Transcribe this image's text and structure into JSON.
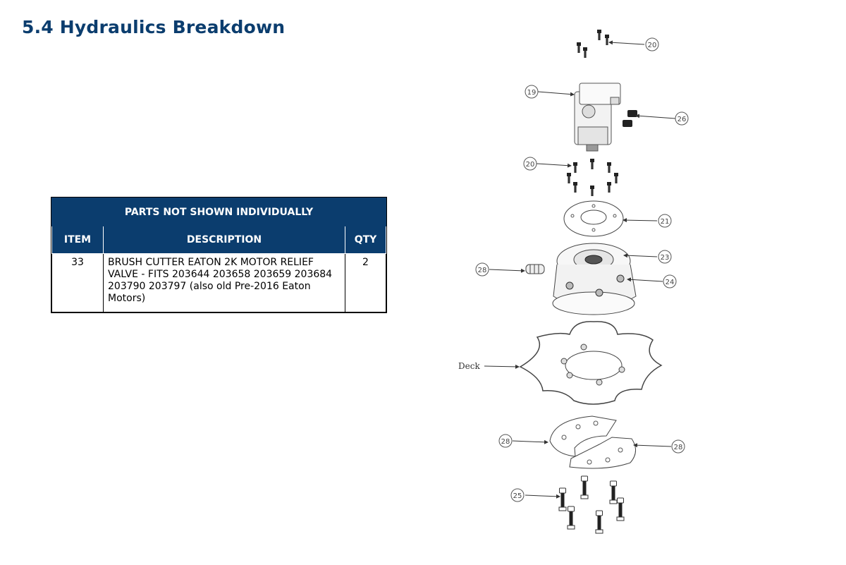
{
  "page": {
    "title": "5.4 Hydraulics Breakdown"
  },
  "parts_table": {
    "caption": "PARTS NOT SHOWN INDIVIDUALLY",
    "headers": {
      "item": "ITEM",
      "description": "DESCRIPTION",
      "qty": "QTY"
    },
    "rows": [
      {
        "item": "33",
        "description": "BRUSH CUTTER EATON 2K MOTOR RELIEF VALVE - FITS 203644 203658 203659 203684 203790 203797 (also old Pre-2016 Eaton Motors)",
        "qty": "2"
      }
    ]
  },
  "diagram": {
    "callouts": {
      "c20_top": "20",
      "c19": "19",
      "c26": "26",
      "c20_mid": "20",
      "c21": "21",
      "c23": "23",
      "c28_spring": "28",
      "c24": "24",
      "c28_left": "28",
      "c28_right": "28",
      "c25": "25"
    },
    "deck_label": "Deck"
  }
}
